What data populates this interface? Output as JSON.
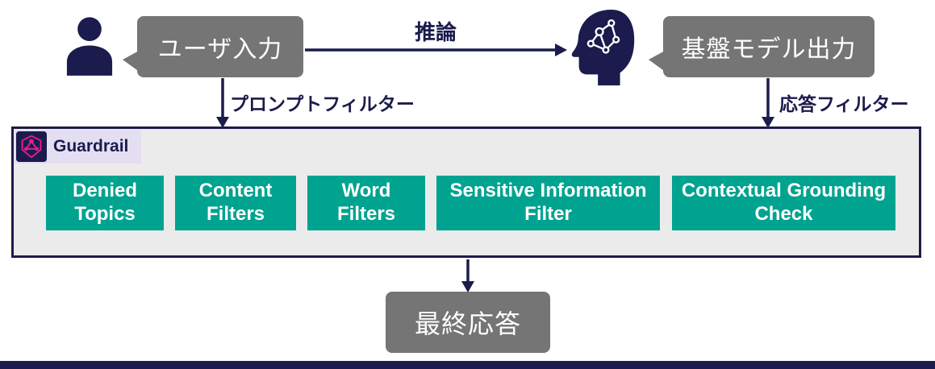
{
  "nodes": {
    "user_input": "ユーザ入力",
    "model_output": "基盤モデル出力",
    "final_response": "最終応答"
  },
  "arrows": {
    "inference": "推論",
    "prompt_filter": "プロンプトフィルター",
    "response_filter": "応答フィルター"
  },
  "guardrail": {
    "title": "Guardrail",
    "filters": [
      "Denied Topics",
      "Content Filters",
      "Word Filters",
      "Sensitive Information Filter",
      "Contextual Grounding Check"
    ]
  },
  "icons": {
    "user": "person-icon",
    "model": "ai-head-circuit-icon",
    "guardrail": "guardrail-shield-icon"
  },
  "colors": {
    "navy": "#1b1b4d",
    "gray_bubble": "#757575",
    "teal_filter": "#00a390",
    "guardrail_bg": "#ebebeb",
    "guardrail_label_bg": "#e4def2",
    "pink_accent": "#e0218a",
    "text_white": "#ffffff"
  }
}
